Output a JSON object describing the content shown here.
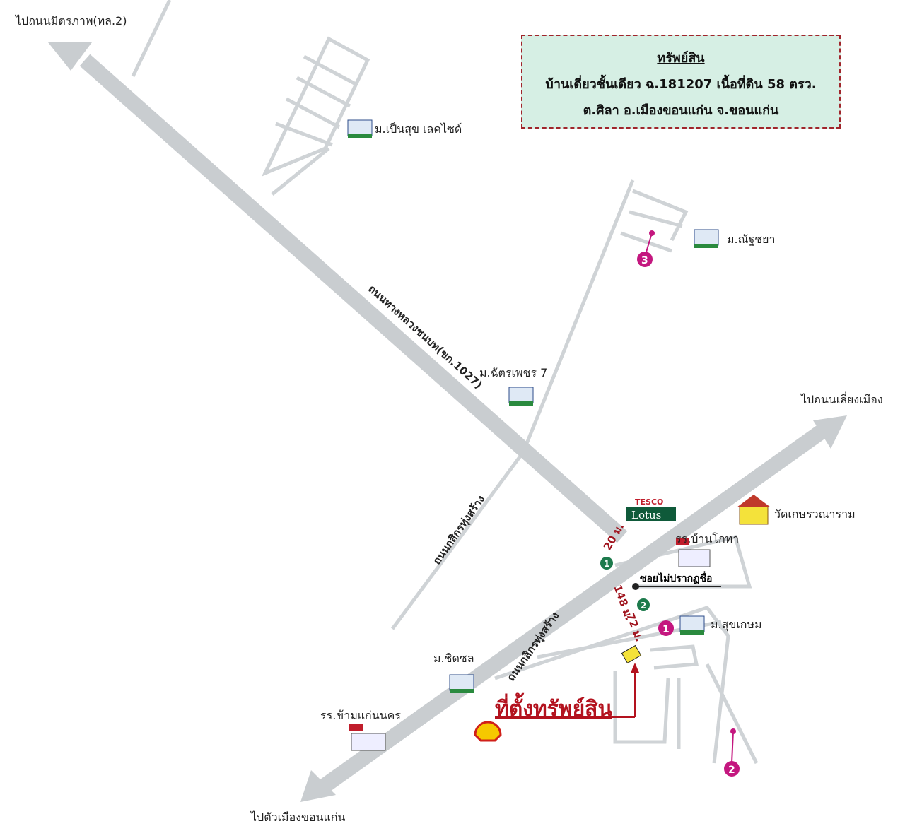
{
  "info_box": {
    "title": "ทรัพย์สิน",
    "line1": "บ้านเดี่ยวชั้นเดียว ฉ.181207 เนื้อที่ดิน 58 ตรว.",
    "line2": "ต.ศิลา อ.เมืองขอนแก่น จ.ขอนแก่น"
  },
  "directions": {
    "northwest": "ไปถนนมิตรภาพ(ทล.2)",
    "northeast": "ไปถนนเลี่ยงเมือง",
    "southwest": "ไปตัวเมืองขอนแก่น"
  },
  "roads": {
    "highway": "ถนนทางหลวงชนบท(ขก.1027)",
    "kasikorn_upper": "ถนนกสิกรทุ่งสร้าง",
    "kasikorn_lower": "ถนนกสิกรทุ่งสร้าง",
    "soi": "ซอยไม่ปรากฏชื่อ"
  },
  "landmarks": {
    "pensuk": "ม.เป็นสุข เลคไซด์",
    "nanchaya": "ม.ณัฐชยา",
    "chatpetch": "ม.ฉัตรเพชร 7",
    "tesco_top": "TESCO",
    "tesco_bottom": "Lotus",
    "wat": "วัดเกษรวณาราม",
    "school_kotha": "รร.บ้านโกทา",
    "suksem": "ม.สุขเกษม",
    "chidchon": "ม.ชิดชล",
    "school_kham": "รร.ข้ามแก่นนคร"
  },
  "distances": {
    "d1": "20 ม.",
    "d2": "148 ม.",
    "d3": "72 ม."
  },
  "markers": {
    "green1": "1",
    "green2": "2",
    "pink1": "1",
    "pink2": "2",
    "pink3": "3"
  },
  "target_label": "ที่ตั้งทรัพย์สิน",
  "colors": {
    "road": "#c9cdd0",
    "accent_red": "#b3121e",
    "marker_pink": "#c4177f",
    "marker_green": "#1d7a4c"
  }
}
